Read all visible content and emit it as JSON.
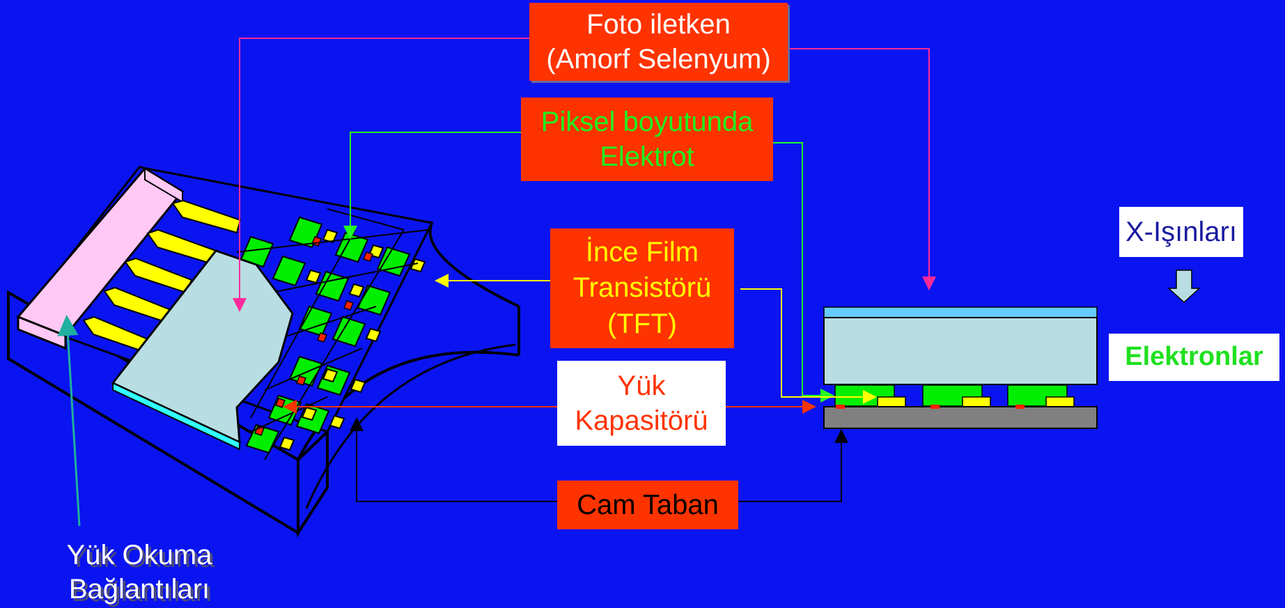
{
  "labels": {
    "foto_iletken": [
      "Foto iletken",
      "(Amorf Selenyum)"
    ],
    "piksel_elektrot": [
      "Piksel boyutunda",
      "Elektrot"
    ],
    "ince_film": [
      "İnce Film",
      "Transistörü",
      "(TFT)"
    ],
    "yuk_kapasitoru": [
      "Yük",
      "Kapasitörü"
    ],
    "cam_taban": "Cam Taban",
    "x_isinlari": "X-Işınları",
    "elektronlar": "Elektronlar",
    "yuk_okuma": [
      "Yük Okuma",
      "Bağlantıları"
    ]
  },
  "colors": {
    "background": "#0a14f0",
    "label_box": "#ff3300",
    "photoconductor": "#b8dde2",
    "electrode": "#00ee00",
    "tft": "#ffff00",
    "capacitor": "#ff2200",
    "glass_base": "#808080",
    "connector_strip": "#ffc8f5",
    "top_electrode": "#66ccff"
  }
}
